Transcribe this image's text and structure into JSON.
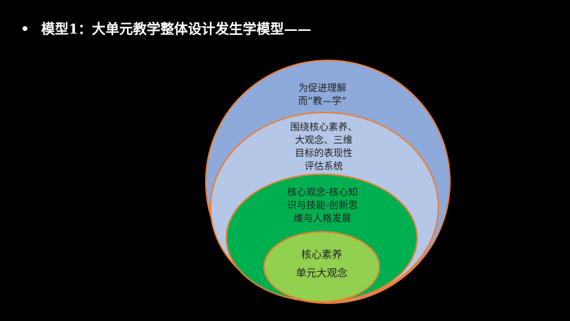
{
  "title": {
    "bullet": "•",
    "text": "模型1：大单元教学整体设计发生学模型——"
  },
  "layers": [
    {
      "text": "为促进理解\n而“教—学”",
      "fill": "#8eaadb"
    },
    {
      "text": "围绕核心素养、\n大观念、三维\n目标的表现性\n评估系统",
      "fill": "#b4c7e7"
    },
    {
      "text": "核心观念-核心知\n识与技能-创新思\n维与人格发展",
      "fill": "#00b050"
    },
    {
      "text": "核心素养\n单元大观念",
      "fill": "#92d050"
    }
  ],
  "stroke": "#ed7d31"
}
